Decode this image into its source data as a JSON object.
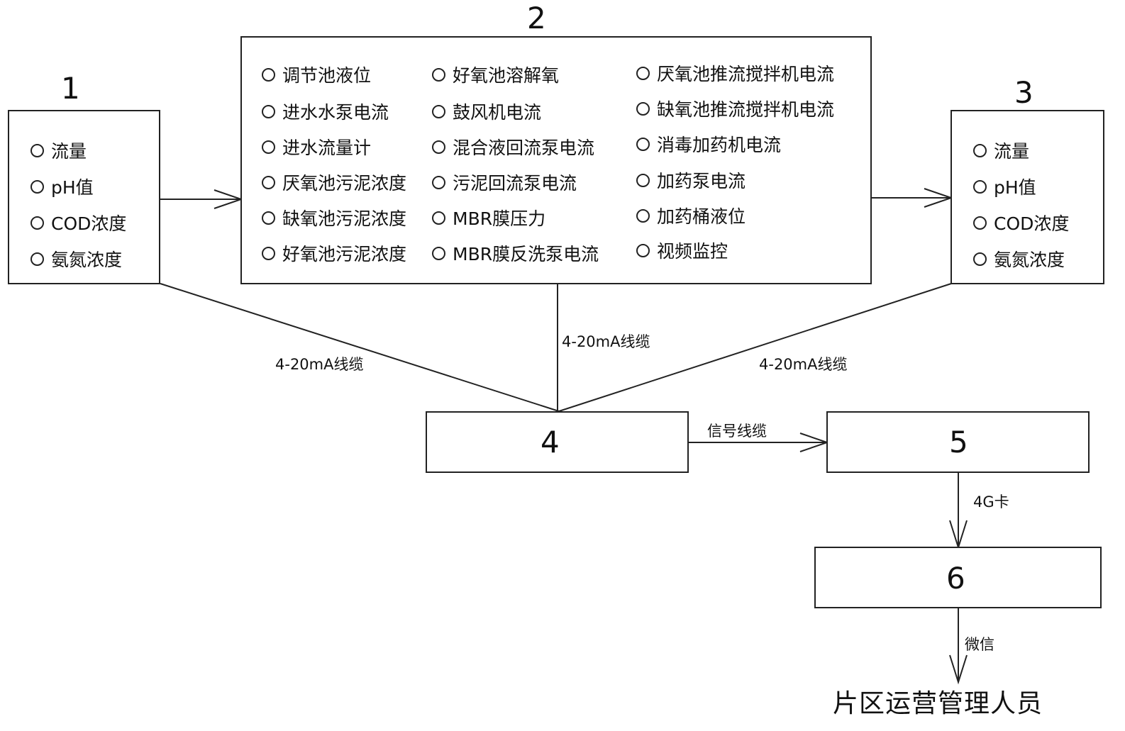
{
  "boxes": {
    "b1": {
      "number": "1",
      "items": [
        "流量",
        "pH值",
        "COD浓度",
        "氨氮浓度"
      ]
    },
    "b2": {
      "number": "2",
      "col1": [
        "调节池液位",
        "进水水泵电流",
        "进水流量计",
        "厌氧池污泥浓度",
        "缺氧池污泥浓度",
        "好氧池污泥浓度"
      ],
      "col2": [
        "好氧池溶解氧",
        "鼓风机电流",
        "混合液回流泵电流",
        "污泥回流泵电流",
        "MBR膜压力",
        "MBR膜反洗泵电流"
      ],
      "col3": [
        "厌氧池推流搅拌机电流",
        "缺氧池推流搅拌机电流",
        "消毒加药机电流",
        "加药泵电流",
        "加药桶液位",
        "视频监控"
      ]
    },
    "b3": {
      "number": "3",
      "items": [
        "流量",
        "pH值",
        "COD浓度",
        "氨氮浓度"
      ]
    },
    "b4": {
      "number": "4"
    },
    "b5": {
      "number": "5"
    },
    "b6": {
      "number": "6"
    }
  },
  "connections": {
    "left_cable": "4-20mA线缆",
    "middle_cable": "4-20mA线缆",
    "right_cable": "4-20mA线缆",
    "signal_cable": "信号线缆",
    "card_4g": "4G卡",
    "wechat": "微信"
  },
  "final_target": "片区运营管理人员"
}
